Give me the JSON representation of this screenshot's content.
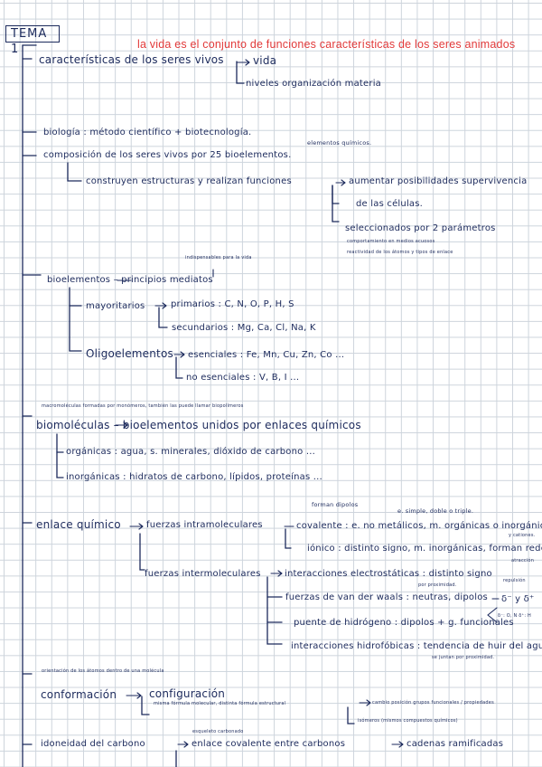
{
  "header": {
    "tema": "TEMA 1",
    "definition": "la vida es el conjunto de funciones características de los seres animados"
  },
  "notes": {
    "caracteristicas": "características de los seres vivos",
    "vida": "vida",
    "niveles": "niveles organización materia",
    "biologia": "biología : método científico + biotecnología.",
    "elementos_quimicos": "elementos químicos.",
    "composicion": "composición de los seres vivos por 25 bioelementos.",
    "construyen": "construyen estructuras y realizan funciones",
    "aumentar": "aumentar posibilidades supervivencia",
    "celulas": "de las células.",
    "seleccionados": "seleccionados por 2 parámetros",
    "comportamiento": "comportamiento en medios acuosos",
    "reactividad": "reactividad de los átomos y tipos de enlace",
    "indispensables": "indispensables para la vida",
    "bioelementos": "bioelementos – principios mediatos",
    "mayoritarios": "mayoritarios",
    "primarios": "primarios : C, N, O, P, H, S",
    "secundarios": "secundarios : Mg, Ca, Cl, Na, K",
    "oligoelementos": "Oligoelementos",
    "esenciales": "esenciales : Fe, Mn, Cu, Zn, Co ...",
    "no_esenciales": "no esenciales : V, B, I ...",
    "macromoleculas": "macromoléculas formadas por monómeros, también las puede llamar biopolímeros",
    "biomoleculas": "biomoléculas – bioelementos unidos por enlaces químicos",
    "organicas": "orgánicas : agua, s. minerales, dióxido de carbono ...",
    "inorganicas": "inorgánicas : hidratos de carbono, lípidos, proteínas ...",
    "forman_dipolos": "forman dipolos",
    "simple": "e. simple, doble o triple.",
    "enlace_quimico": "enlace químico",
    "fuerzas_intra": "fuerzas intramoleculares",
    "covalente": "covalente : e. no metálicos, m. orgánicas o inorgánicas",
    "y_cationes": "y cationes.",
    "ionico": "iónico : distinto signo, m. inorgánicas, forman redes c.",
    "atraccion": "atracción",
    "fuerzas_inter": "fuerzas intermoleculares",
    "interacciones_e": "interacciones electrostáticas : distinto signo",
    "repulsion": "repulsión",
    "por_proximidad1": "por proximidad.",
    "van_der_waals": "fuerzas de van der waals : neutras, dipolos",
    "delta": "δ⁻ y δ⁺",
    "puente": "puente de hidrógeno : dipolos + g. funcionales",
    "oh_nh": "δ⁻: O, N  δ⁺: H",
    "hidrofobicas": "interacciones hidrofóbicas : tendencia de huir del agua,",
    "se_juntan": "se juntan por proximidad.",
    "orientacion": "orientación de los átomos dentro de una molécula",
    "conformacion": "conformación",
    "configuracion": "configuración",
    "misma_formula": "misma fórmula molecular, distinta fórmula estructural",
    "cambio": "cambio posición grupos funcionales / propiedades",
    "isomeros": "isómeros (mismos compuestos químicos)",
    "esqueleto": "esqueleto carbonado",
    "idoneidad": "idoneidad del carbono",
    "enlace_covalente": "enlace covalente entre carbonos",
    "cadenas": "cadenas ramificadas"
  },
  "colors": {
    "ink": "#1c2a5c",
    "accent": "#e23a3a",
    "grid": "#cdd4dc"
  }
}
